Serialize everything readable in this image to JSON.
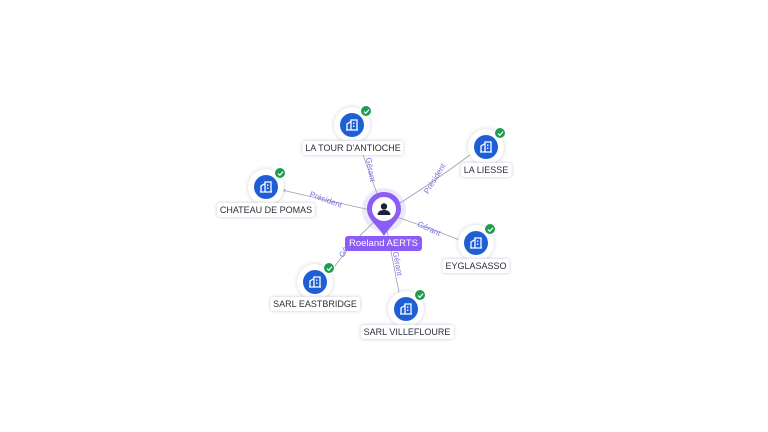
{
  "center": {
    "name": "Roeland AERTS",
    "icon": "person-icon"
  },
  "colors": {
    "accent": "#8b5cf6",
    "company": "#1f5fd6",
    "verified": "#1f9d4f",
    "edge_label": "#7c6fe0"
  },
  "companies": [
    {
      "id": "tour",
      "name": "LA TOUR D'ANTIOCHE",
      "relation": "Gérant",
      "icon": "building-icon",
      "verified": true
    },
    {
      "id": "liesse",
      "name": "LA LIESSE",
      "relation": "Président",
      "icon": "building-icon",
      "verified": true
    },
    {
      "id": "pomas",
      "name": "CHATEAU DE POMAS",
      "relation": "Président",
      "icon": "building-icon",
      "verified": true
    },
    {
      "id": "eyglasasso",
      "name": "EYGLASASSO",
      "relation": "Gérant",
      "icon": "building-icon",
      "verified": true
    },
    {
      "id": "eastbridge",
      "name": "SARL EASTBRIDGE",
      "relation": "Gé",
      "icon": "building-icon",
      "verified": true
    },
    {
      "id": "villefloure",
      "name": "SARL VILLEFLOURE",
      "relation": "Gérant",
      "icon": "building-icon",
      "verified": true
    }
  ]
}
